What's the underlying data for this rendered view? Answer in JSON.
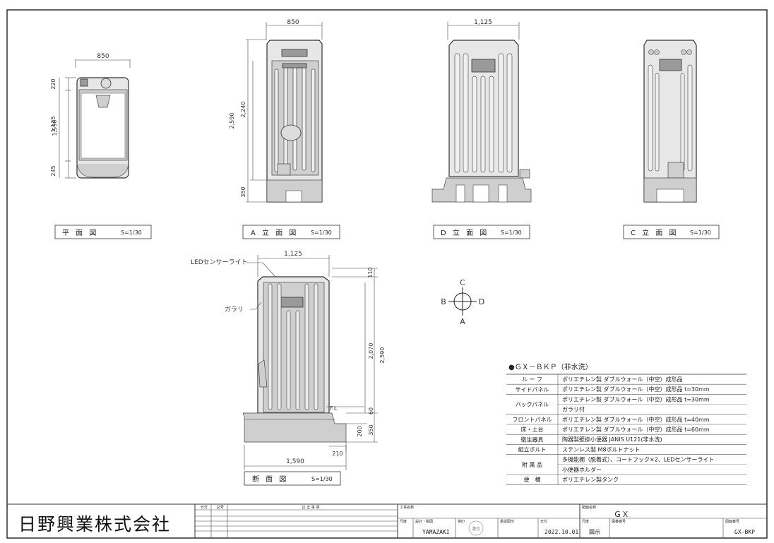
{
  "views": {
    "plan": {
      "title": "平 面 図",
      "scale": "S=1/30",
      "dim_top": "850",
      "dim_total": "1,590",
      "dim_a": "220",
      "dim_b": "1,125",
      "dim_c": "245"
    },
    "a_elev": {
      "title": "A 立 面 図",
      "scale": "S=1/30",
      "dim_top": "850",
      "dim_total": "2,590",
      "dim_inner": "2,240",
      "dim_base": "350"
    },
    "d_elev": {
      "title": "D 立 面 図",
      "scale": "S=1/30",
      "dim_top": "1,125"
    },
    "c_elev": {
      "title": "C 立 面 図",
      "scale": "S=1/30"
    },
    "section": {
      "title": "断 面 図",
      "scale": "S=1/30",
      "dim_top": "1,125",
      "dim_bottom": "1,590",
      "dim_110": "110",
      "dim_2070": "2,070",
      "dim_2590": "2,590",
      "dim_60": "60",
      "dim_350": "350",
      "dim_200": "200",
      "dim_210": "210",
      "fl": "F.L",
      "callout_led": "LEDセンサーライト",
      "callout_garari": "ガラリ"
    }
  },
  "compass": {
    "n": "C",
    "s": "A",
    "w": "B",
    "e": "D"
  },
  "spec": {
    "title": "●ＧＸ－ＢＫＰ（非水洗）",
    "rows": [
      {
        "label": "ル ー フ",
        "lines": [
          "ポリエチレン製 ダブルウォール（中空）成形品"
        ]
      },
      {
        "label": "サイドパネル",
        "lines": [
          "ポリエチレン製 ダブルウォール（中空）成形品 t=30mm"
        ]
      },
      {
        "label": "バックパネル",
        "lines": [
          "ポリエチレン製 ダブルウォール（中空）成形品 t=30mm",
          "ガラリ付"
        ]
      },
      {
        "label": "フロントパネル",
        "lines": [
          "ポリエチレン製 ダブルウォール（中空）成形品 t=40mm"
        ]
      },
      {
        "label": "床・土台",
        "lines": [
          "ポリエチレン製 ダブルウォール（中空）成形品 t=60mm"
        ]
      },
      {
        "label": "衛生器具",
        "lines": [
          "陶器製壁掛小便器 JANIS U121(非水洗)"
        ]
      },
      {
        "label": "組立ボルト",
        "lines": [
          "ステンレス製 M8ボルトナット"
        ]
      },
      {
        "label": "附 属 品",
        "lines": [
          "多機能棚（脱着式）、コートフック×2、LEDセンサーライト",
          "小便器ホルダー"
        ]
      },
      {
        "label": "便　槽",
        "lines": [
          "ポリエチレン製タンク"
        ]
      }
    ]
  },
  "title_block": {
    "company": "日野興業株式会社",
    "rev_date": "日付",
    "rev_mark": "記号",
    "rev_note": "訂 正 事 項",
    "project_label": "工事名称",
    "drawing_name_label": "図面名称",
    "drawing_name": "ＧＸ",
    "scale_label": "尺度",
    "design_label": "設計・製図",
    "designer": "YAMAZAKI",
    "check_label": "検印",
    "approve_label": "承認図印",
    "date_label": "日付",
    "date": "2022.10.01",
    "scale_field_label": "尺度",
    "scale_value": "図示",
    "dwg_no_label": "図面番号",
    "ref_label": "図番番号",
    "dwg_no": "GX-BKP",
    "stamp": "濃也"
  }
}
